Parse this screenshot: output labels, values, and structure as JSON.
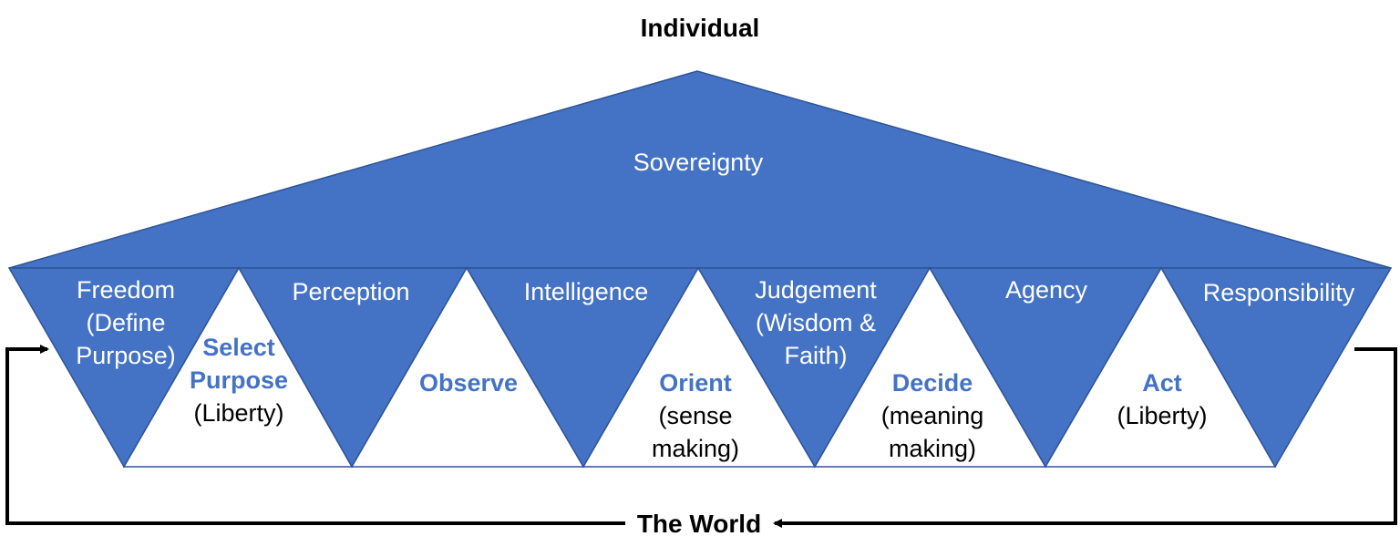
{
  "colors": {
    "blue_fill": "#4472C4",
    "blue_stroke": "#2F5597",
    "text_accent": "#4472C4",
    "arrow": "#000000"
  },
  "title": "Individual",
  "roof": "Sovereignty",
  "footer": "The World",
  "down_triangles": [
    {
      "lines": [
        "Freedom",
        "(Define",
        "Purpose)"
      ]
    },
    {
      "lines": [
        "Perception"
      ]
    },
    {
      "lines": [
        "Intelligence"
      ]
    },
    {
      "lines": [
        "Judgement",
        "(Wisdom &",
        "Faith)"
      ]
    },
    {
      "lines": [
        "Agency"
      ]
    },
    {
      "lines": [
        "Responsibility"
      ]
    }
  ],
  "up_triangles": [
    {
      "title_lines": [
        "Select",
        "Purpose"
      ],
      "sub_lines": [
        "(Liberty)"
      ]
    },
    {
      "title_lines": [
        "Observe"
      ],
      "sub_lines": []
    },
    {
      "title_lines": [
        "Orient"
      ],
      "sub_lines": [
        "(sense",
        "making)"
      ]
    },
    {
      "title_lines": [
        "Decide"
      ],
      "sub_lines": [
        "(meaning",
        "making)"
      ]
    },
    {
      "title_lines": [
        "Act"
      ],
      "sub_lines": [
        "(Liberty)"
      ]
    }
  ]
}
